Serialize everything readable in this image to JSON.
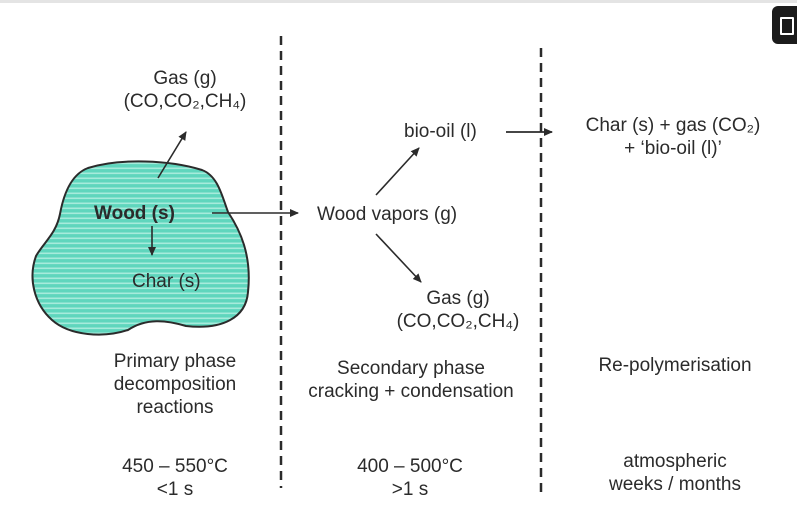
{
  "colors": {
    "wood_fill": "#5fd6bd",
    "wood_stripe": "#9fe8d6",
    "ink": "#2b2b2b"
  },
  "icons": {
    "corner": "document-icon"
  },
  "phase1": {
    "gas_line1": "Gas (g)",
    "gas_line2": "(CO,CO₂,CH₄)",
    "wood": "Wood (s)",
    "char": "Char (s)",
    "label_line1": "Primary phase",
    "label_line2": "decomposition",
    "label_line3": "reactions",
    "temp": "450 – 550°C",
    "time": "<1 s"
  },
  "phase2": {
    "biooil": "bio-oil (l)",
    "vapors": "Wood vapors (g)",
    "gas_line1": "Gas (g)",
    "gas_line2": "(CO,CO₂,CH₄)",
    "label_line1": "Secondary phase",
    "label_line2": "cracking + condensation",
    "temp": "400 – 500°C",
    "time": ">1 s"
  },
  "phase3": {
    "product_line1": "Char (s) + gas (CO₂)",
    "product_line2": "+ ‘bio-oil (l)’",
    "label": "Re-polymerisation",
    "condition_line1": "atmospheric",
    "condition_line2": "weeks / months"
  }
}
